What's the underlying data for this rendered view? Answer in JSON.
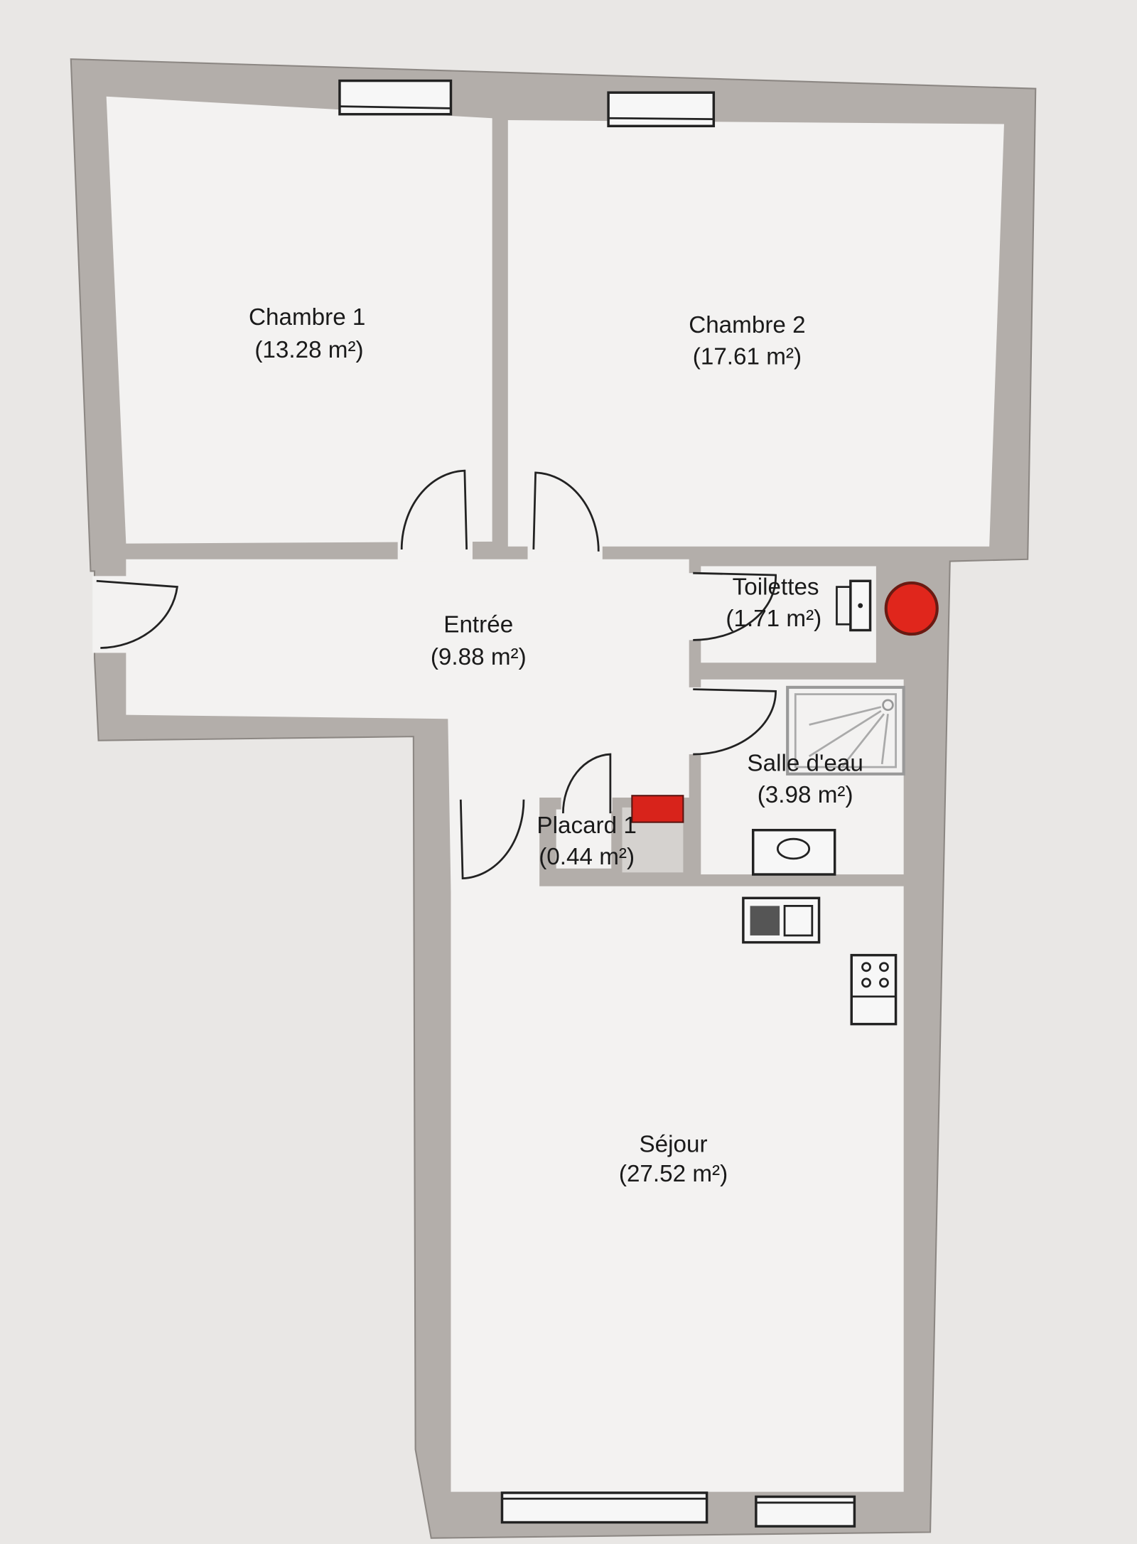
{
  "plan": {
    "rooms": [
      {
        "name": "Chambre 1",
        "area": "(13.28 m²)"
      },
      {
        "name": "Chambre 2",
        "area": "(17.61 m²)"
      },
      {
        "name": "Entrée",
        "area": "(9.88 m²)"
      },
      {
        "name": "Toilettes",
        "area": "(1.71 m²)"
      },
      {
        "name": "Salle d'eau",
        "area": "(3.98 m²)"
      },
      {
        "name": "Placard 1",
        "area": "(0.44 m²)"
      },
      {
        "name": "Séjour",
        "area": "(27.52 m²)"
      }
    ],
    "colors": {
      "wall": "#b3aeaa",
      "marker": "#e0261c",
      "paper": "#e9e7e5"
    }
  }
}
